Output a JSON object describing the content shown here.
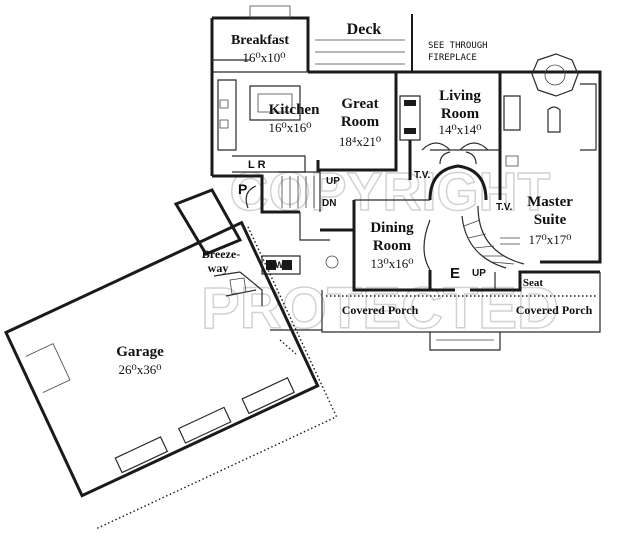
{
  "rooms": {
    "deck": {
      "name": "Deck"
    },
    "breakfast": {
      "name": "Breakfast",
      "size": "16⁰x10⁰"
    },
    "kitchen": {
      "name": "Kitchen",
      "size": "16⁰x16⁰"
    },
    "great_room": {
      "name_line1": "Great",
      "name_line2": "Room",
      "size": "18⁴x21⁰"
    },
    "living_room": {
      "name_line1": "Living",
      "name_line2": "Room",
      "size": "14⁰x14⁰"
    },
    "dining_room": {
      "name_line1": "Dining",
      "name_line2": "Room",
      "size": "13⁰x16⁰"
    },
    "master_suite": {
      "name_line1": "Master",
      "name_line2": "Suite",
      "size": "17⁰x17⁰"
    },
    "garage": {
      "name": "Garage",
      "size": "26⁰x36⁰"
    },
    "breezeway": {
      "name_line1": "Breeze-",
      "name_line2": "way"
    },
    "covered_porch_left": {
      "name": "Covered Porch"
    },
    "covered_porch_right": {
      "name": "Covered Porch"
    },
    "seat": {
      "name": "Seat"
    }
  },
  "notes": {
    "fireplace_line1": "SEE THROUGH",
    "fireplace_line2": "FIREPLACE"
  },
  "labels": {
    "pantry": "P",
    "laundry": "L R",
    "up_main": "UP",
    "down_main": "DN",
    "up_foyer": "UP",
    "foyer_e": "E",
    "tv_living": "T.V.",
    "tv_master": "T.V.",
    "dw": "D/W"
  },
  "watermark": {
    "line1": "COPYRIGHT",
    "line2": "PROTECTED"
  }
}
